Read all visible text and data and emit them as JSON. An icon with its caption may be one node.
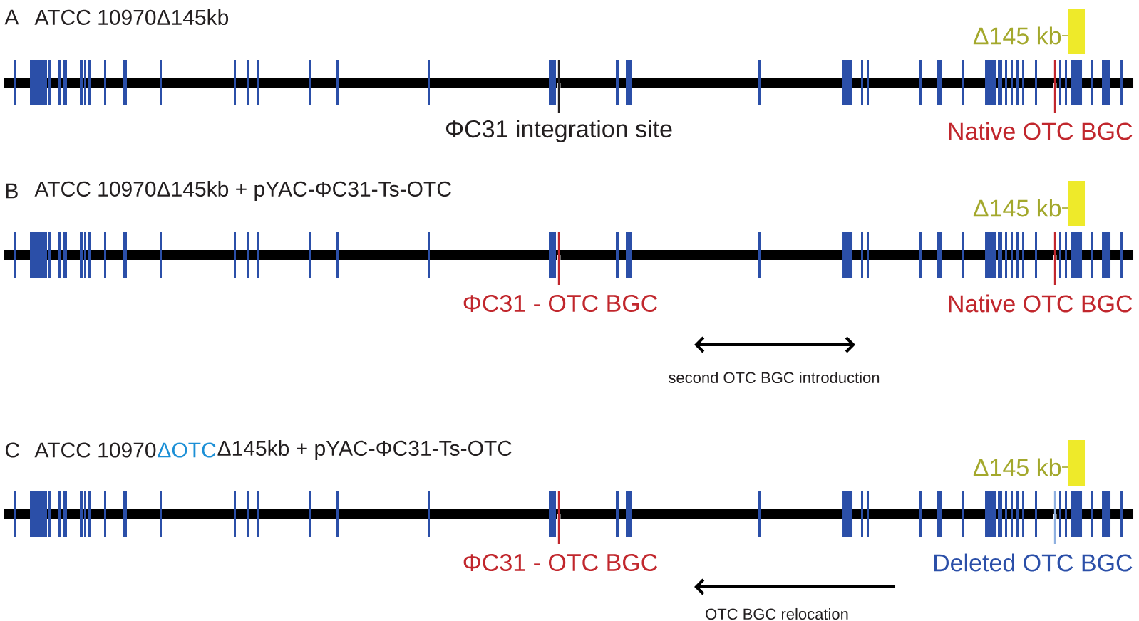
{
  "diagram": {
    "labels": [
      "A",
      "ATCC 10970Δ145kb",
      "Δ145 kb",
      "ΦC31 integration site",
      "Native OTC BGC",
      "B",
      "ATCC 10970Δ145kb + pYAC-ΦC31-Ts-OTC",
      "Δ145 kb",
      "ΦC31 - OTC BGC",
      "Native OTC BGC",
      "second OTC BGC introduction",
      "C",
      "ATCC 10970",
      "ΔOTC",
      "Δ145kb + pYAC-ΦC31-Ts-OTC",
      "Δ145 kb",
      "ΦC31 - OTC BGC",
      "Deleted OTC BGC",
      "OTC BGC relocation"
    ]
  }
}
